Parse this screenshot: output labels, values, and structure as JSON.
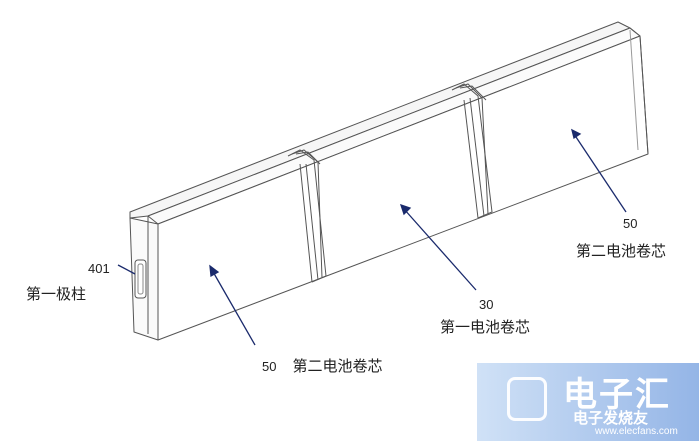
{
  "callouts": {
    "pole": {
      "number": "401",
      "text": "第一极柱"
    },
    "core_center": {
      "number": "30",
      "text": "第一电池卷芯"
    },
    "core_right": {
      "number": "50",
      "text": "第二电池卷芯"
    },
    "core_left": {
      "number": "50",
      "text": "第二电池卷芯"
    }
  },
  "watermark": {
    "brand": "电子汇",
    "subtitle": "电子发烧友",
    "url": "www.elecfans.com"
  },
  "colors": {
    "line": "#555555",
    "arrow": "#1a2a6c",
    "watermark": "#5b8fd6"
  }
}
